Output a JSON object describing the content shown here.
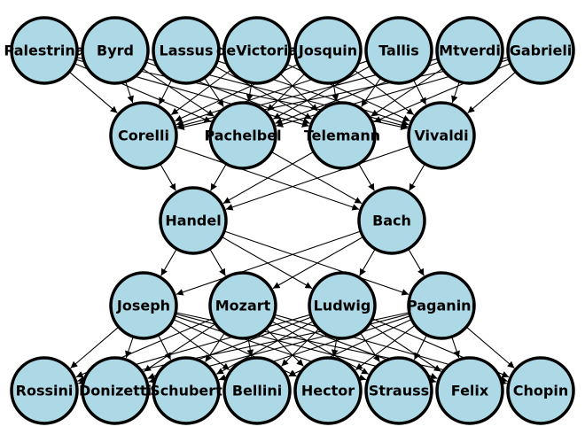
{
  "graph": {
    "style": {
      "node_fill": "#add8e6",
      "node_stroke": "#000000",
      "edge_color": "#000000"
    },
    "layers": [
      [
        "Palestrina",
        "Byrd",
        "Lassus",
        "deVictoria",
        "Josquin",
        "Tallis",
        "Mtverdi",
        "Gabrieli"
      ],
      [
        "Corelli",
        "Pachelbel",
        "Telemann",
        "Vivaldi"
      ],
      [
        "Handel",
        "Bach"
      ],
      [
        "Joseph",
        "Mozart",
        "Ludwig",
        "Paganini"
      ],
      [
        "Rossini",
        "Donizetti",
        "Schubert",
        "Bellini",
        "Hector",
        "Strauss",
        "Felix",
        "Chopin"
      ]
    ],
    "edges": [
      [
        "Palestrina",
        "Corelli"
      ],
      [
        "Palestrina",
        "Pachelbel"
      ],
      [
        "Palestrina",
        "Telemann"
      ],
      [
        "Palestrina",
        "Vivaldi"
      ],
      [
        "Byrd",
        "Corelli"
      ],
      [
        "Byrd",
        "Pachelbel"
      ],
      [
        "Byrd",
        "Telemann"
      ],
      [
        "Byrd",
        "Vivaldi"
      ],
      [
        "Lassus",
        "Corelli"
      ],
      [
        "Lassus",
        "Pachelbel"
      ],
      [
        "Lassus",
        "Telemann"
      ],
      [
        "Lassus",
        "Vivaldi"
      ],
      [
        "deVictoria",
        "Corelli"
      ],
      [
        "deVictoria",
        "Pachelbel"
      ],
      [
        "deVictoria",
        "Telemann"
      ],
      [
        "deVictoria",
        "Vivaldi"
      ],
      [
        "Josquin",
        "Corelli"
      ],
      [
        "Josquin",
        "Pachelbel"
      ],
      [
        "Josquin",
        "Telemann"
      ],
      [
        "Josquin",
        "Vivaldi"
      ],
      [
        "Tallis",
        "Corelli"
      ],
      [
        "Tallis",
        "Pachelbel"
      ],
      [
        "Tallis",
        "Telemann"
      ],
      [
        "Tallis",
        "Vivaldi"
      ],
      [
        "Mtverdi",
        "Corelli"
      ],
      [
        "Mtverdi",
        "Pachelbel"
      ],
      [
        "Mtverdi",
        "Telemann"
      ],
      [
        "Mtverdi",
        "Vivaldi"
      ],
      [
        "Gabrieli",
        "Corelli"
      ],
      [
        "Gabrieli",
        "Pachelbel"
      ],
      [
        "Gabrieli",
        "Telemann"
      ],
      [
        "Gabrieli",
        "Vivaldi"
      ],
      [
        "Corelli",
        "Handel"
      ],
      [
        "Corelli",
        "Bach"
      ],
      [
        "Pachelbel",
        "Handel"
      ],
      [
        "Pachelbel",
        "Bach"
      ],
      [
        "Telemann",
        "Handel"
      ],
      [
        "Telemann",
        "Bach"
      ],
      [
        "Vivaldi",
        "Handel"
      ],
      [
        "Vivaldi",
        "Bach"
      ],
      [
        "Handel",
        "Joseph"
      ],
      [
        "Handel",
        "Mozart"
      ],
      [
        "Handel",
        "Ludwig"
      ],
      [
        "Handel",
        "Paganini"
      ],
      [
        "Bach",
        "Joseph"
      ],
      [
        "Bach",
        "Mozart"
      ],
      [
        "Bach",
        "Ludwig"
      ],
      [
        "Bach",
        "Paganini"
      ],
      [
        "Joseph",
        "Rossini"
      ],
      [
        "Joseph",
        "Donizetti"
      ],
      [
        "Joseph",
        "Schubert"
      ],
      [
        "Joseph",
        "Bellini"
      ],
      [
        "Joseph",
        "Hector"
      ],
      [
        "Joseph",
        "Strauss"
      ],
      [
        "Joseph",
        "Felix"
      ],
      [
        "Joseph",
        "Chopin"
      ],
      [
        "Mozart",
        "Rossini"
      ],
      [
        "Mozart",
        "Donizetti"
      ],
      [
        "Mozart",
        "Schubert"
      ],
      [
        "Mozart",
        "Bellini"
      ],
      [
        "Mozart",
        "Hector"
      ],
      [
        "Mozart",
        "Strauss"
      ],
      [
        "Mozart",
        "Felix"
      ],
      [
        "Mozart",
        "Chopin"
      ],
      [
        "Ludwig",
        "Rossini"
      ],
      [
        "Ludwig",
        "Donizetti"
      ],
      [
        "Ludwig",
        "Schubert"
      ],
      [
        "Ludwig",
        "Bellini"
      ],
      [
        "Ludwig",
        "Hector"
      ],
      [
        "Ludwig",
        "Strauss"
      ],
      [
        "Ludwig",
        "Felix"
      ],
      [
        "Ludwig",
        "Chopin"
      ],
      [
        "Paganini",
        "Rossini"
      ],
      [
        "Paganini",
        "Donizetti"
      ],
      [
        "Paganini",
        "Schubert"
      ],
      [
        "Paganini",
        "Bellini"
      ],
      [
        "Paganini",
        "Hector"
      ],
      [
        "Paganini",
        "Strauss"
      ],
      [
        "Paganini",
        "Felix"
      ],
      [
        "Paganini",
        "Chopin"
      ]
    ]
  }
}
